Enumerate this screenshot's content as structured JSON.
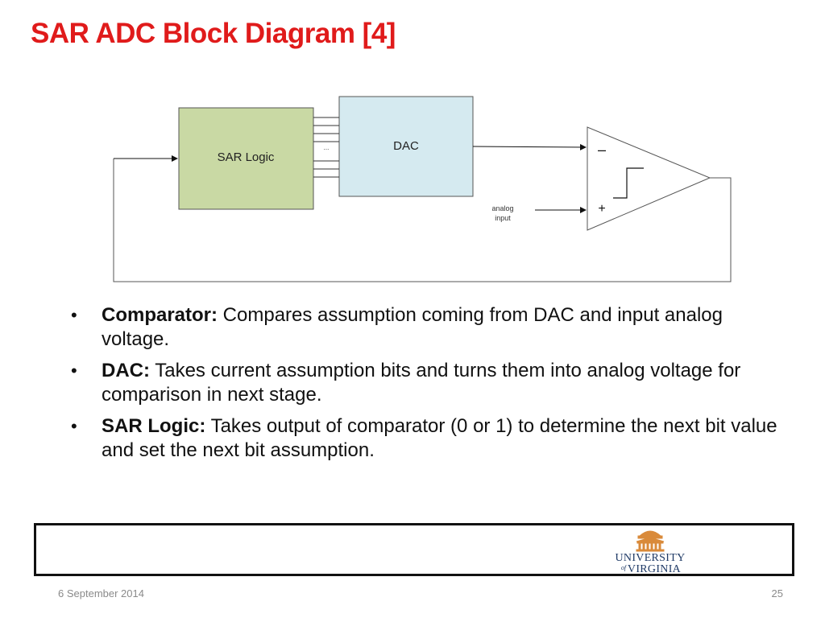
{
  "slide": {
    "title": "SAR ADC Block Diagram [4]"
  },
  "diagram": {
    "sar_logic_label": "SAR Logic",
    "dac_label": "DAC",
    "ellipsis": "...",
    "analog_input_line1": "analog",
    "analog_input_line2": "input",
    "minus_sign": "–",
    "plus_sign": "+",
    "colors": {
      "sar_logic_fill": "#c9d9a4",
      "dac_fill": "#d5eaf0",
      "title_red": "#e01b1b"
    }
  },
  "bullets": [
    {
      "term": "Comparator:",
      "text": " Compares assumption coming from DAC and input analog voltage."
    },
    {
      "term": "DAC:",
      "text": " Takes current assumption bits and turns them into analog voltage for comparison in next stage."
    },
    {
      "term": "SAR Logic:",
      "text": " Takes output of comparator (0 or 1) to determine the next bit value and set the next bit assumption."
    }
  ],
  "footer": {
    "date": "6 September 2014",
    "page_number": "25",
    "logo_line1": "UNIVERSITY",
    "logo_of": "of",
    "logo_line2": "VIRGINIA"
  }
}
